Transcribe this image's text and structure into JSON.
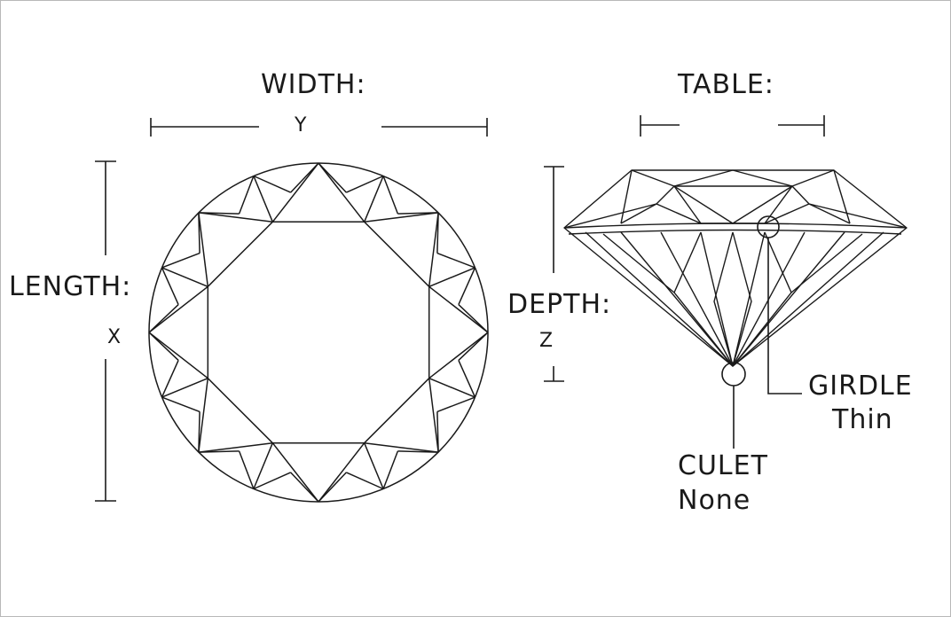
{
  "labels": {
    "width": "WIDTH:",
    "width_var": "Y",
    "table": "TABLE:",
    "length": "LENGTH:",
    "length_var": "X",
    "depth": "DEPTH:",
    "depth_var": "Z",
    "girdle_title": "GIRDLE",
    "girdle_value": "Thin",
    "culet_title": "CULET",
    "culet_value": "None"
  },
  "colors": {
    "line": "#1a1a1a",
    "frame": "#b8b8b8",
    "background": "#ffffff"
  }
}
